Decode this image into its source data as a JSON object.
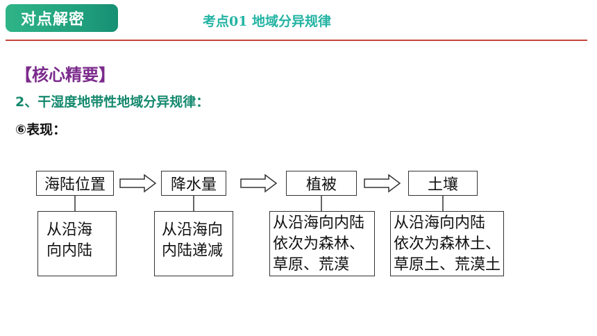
{
  "header": {
    "badge_label": "对点解密",
    "topic_title": "考点01 地域分异规律"
  },
  "content": {
    "section_label": "【核心精要】",
    "heading": "2、干湿度地带性地域分异规律：",
    "subheading": "⑥表现："
  },
  "flow": [
    {
      "title": "海陆位置",
      "detail": "从沿海\n向内陆"
    },
    {
      "title": "降水量",
      "detail": "从沿海向\n内陆递减"
    },
    {
      "title": "植被",
      "detail": "从沿海向内陆\n依次为森林、\n草原、荒漠"
    },
    {
      "title": "土壤",
      "detail": "从沿海向内陆\n依次为森林土、\n草原土、荒漠土"
    }
  ],
  "colors": {
    "badge_green": "#1f9e7c",
    "topic_teal": "#23b3a3",
    "rule_red": "#c4443c",
    "section_purple": "#7b2a8c",
    "heading_green": "#15896e"
  }
}
